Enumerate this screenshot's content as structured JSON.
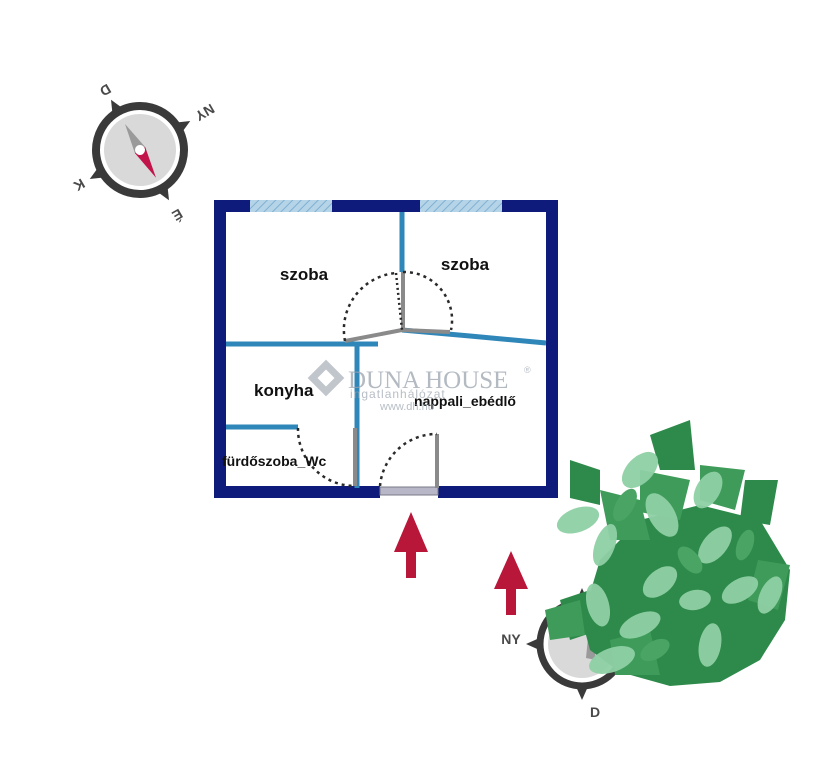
{
  "rooms": {
    "szoba_left": "szoba",
    "szoba_right": "szoba",
    "kitchen": "konyha",
    "living_dining": "nappali_ebédlő",
    "bathroom": "fürdőszoba_Wc"
  },
  "watermark": {
    "brand": "DUNA HOUSE",
    "registered": "®",
    "subtitle": "ingatlanhálózat",
    "url": "www.dh.hu"
  },
  "compass_top": {
    "north": "D",
    "east": "NY",
    "south": "É",
    "west": "K"
  },
  "compass_bottom": {
    "west": "NY",
    "south": "D"
  },
  "colors": {
    "outer_wall": "#0f1b7a",
    "inner_wall": "#2f86b8",
    "window": "#9fc3dc",
    "door_arc": "#2a2a2a",
    "entry_arrow": "#b8173a",
    "plant_dark": "#2e8a4a",
    "plant_mid": "#4aa564",
    "plant_light": "#8fd0a5",
    "compass_ring": "#3a3a3a"
  },
  "icons": {
    "compass": "compass-icon",
    "entrance_arrow": "arrow-up-icon",
    "plant": "plant-icon",
    "logo": "duna-house-logo-icon"
  }
}
